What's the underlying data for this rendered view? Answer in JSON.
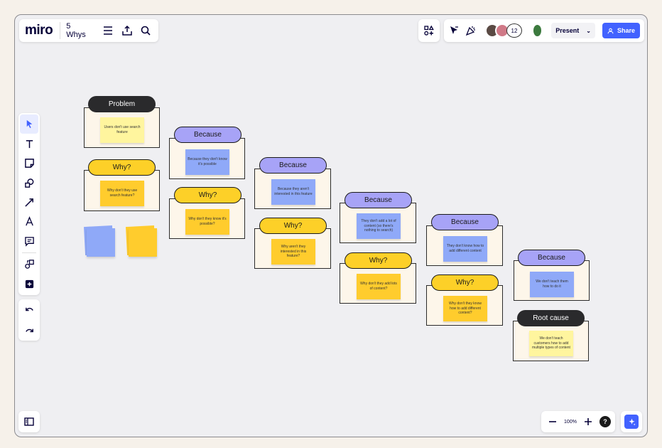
{
  "app": {
    "logo": "miro",
    "board_name": "5 Whys"
  },
  "topbar": {
    "collaborator_count": "12",
    "present_label": "Present",
    "share_label": "Share",
    "colors": {
      "accent": "#4262ff"
    }
  },
  "zoom": {
    "level": "100%",
    "help": "?"
  },
  "board": {
    "problem": {
      "header": "Problem",
      "note": "Users don't use search feature"
    },
    "why1": {
      "header": "Why?",
      "note": "Why don't they use search feature?"
    },
    "because1": {
      "header": "Because",
      "note": "Because they don't know it's possible"
    },
    "why2": {
      "header": "Why?",
      "note": "Why don't they know it's possible?"
    },
    "because2": {
      "header": "Because",
      "note": "Because they aren't interested in this feature"
    },
    "why3": {
      "header": "Why?",
      "note": "Why aren't they interested in this feature?"
    },
    "because3": {
      "header": "Because",
      "note": "They don't add a lot of content (so there's nothing to search)"
    },
    "why4": {
      "header": "Why?",
      "note": "Why don't they add lots of content?"
    },
    "because4": {
      "header": "Because",
      "note": "They don't know how to add different content"
    },
    "why5": {
      "header": "Why?",
      "note": "Why don't they know how to add different content?"
    },
    "because5": {
      "header": "Because",
      "note": "We don't teach them how to do it"
    },
    "root": {
      "header": "Root cause",
      "note": "We don't teach customers how to add multiple types of content"
    }
  }
}
